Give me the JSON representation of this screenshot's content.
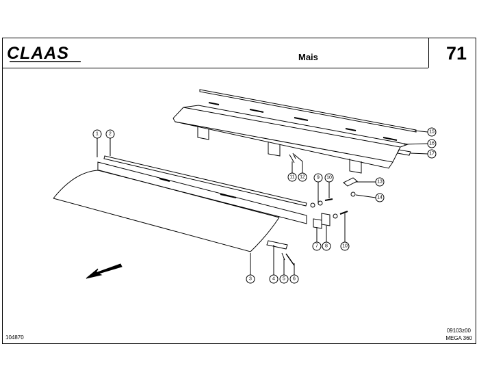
{
  "header": {
    "brand": "CLAAS",
    "title": "Mais",
    "page_number": "71"
  },
  "footer": {
    "document_number": "104870",
    "drawing_code": "09103z00",
    "model": "MEGA 360"
  },
  "callouts": [
    "1",
    "2",
    "3",
    "4",
    "5",
    "6",
    "7",
    "8",
    "9",
    "10",
    "10",
    "11",
    "12",
    "13",
    "14",
    "15",
    "16",
    "17"
  ]
}
